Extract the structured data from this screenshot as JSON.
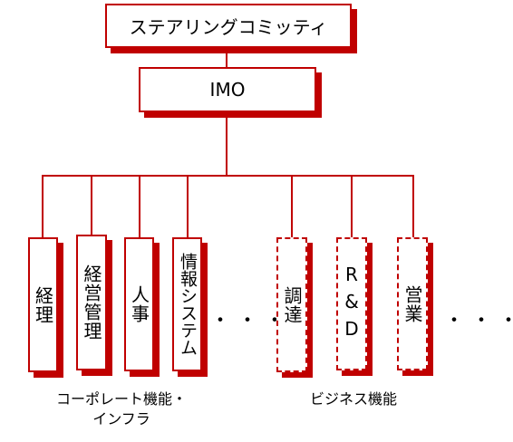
{
  "top_box": {
    "label": "ステアリングコミッティ"
  },
  "imo_box": {
    "label": "IMO"
  },
  "departments": [
    {
      "id": "keiri",
      "label": "経理",
      "group": "corporate"
    },
    {
      "id": "keiei",
      "label": "経営管理",
      "group": "corporate"
    },
    {
      "id": "jinji",
      "label": "人事",
      "group": "corporate"
    },
    {
      "id": "joho",
      "label": "情報システム",
      "group": "corporate"
    },
    {
      "id": "chotatsu",
      "label": "調達",
      "group": "business"
    },
    {
      "id": "rnd",
      "label": "R&D",
      "group": "business"
    },
    {
      "id": "eigyo",
      "label": "営業",
      "group": "business"
    }
  ],
  "ellipsis_left": "・・・",
  "ellipsis_right": "・・・",
  "groups": {
    "corporate": {
      "line1": "コーポレート機能・",
      "line2": "インフラ"
    },
    "business": {
      "line1": "ビジネス機能"
    }
  },
  "colors": {
    "accent": "#c00000",
    "text": "#000000",
    "background": "#ffffff"
  }
}
